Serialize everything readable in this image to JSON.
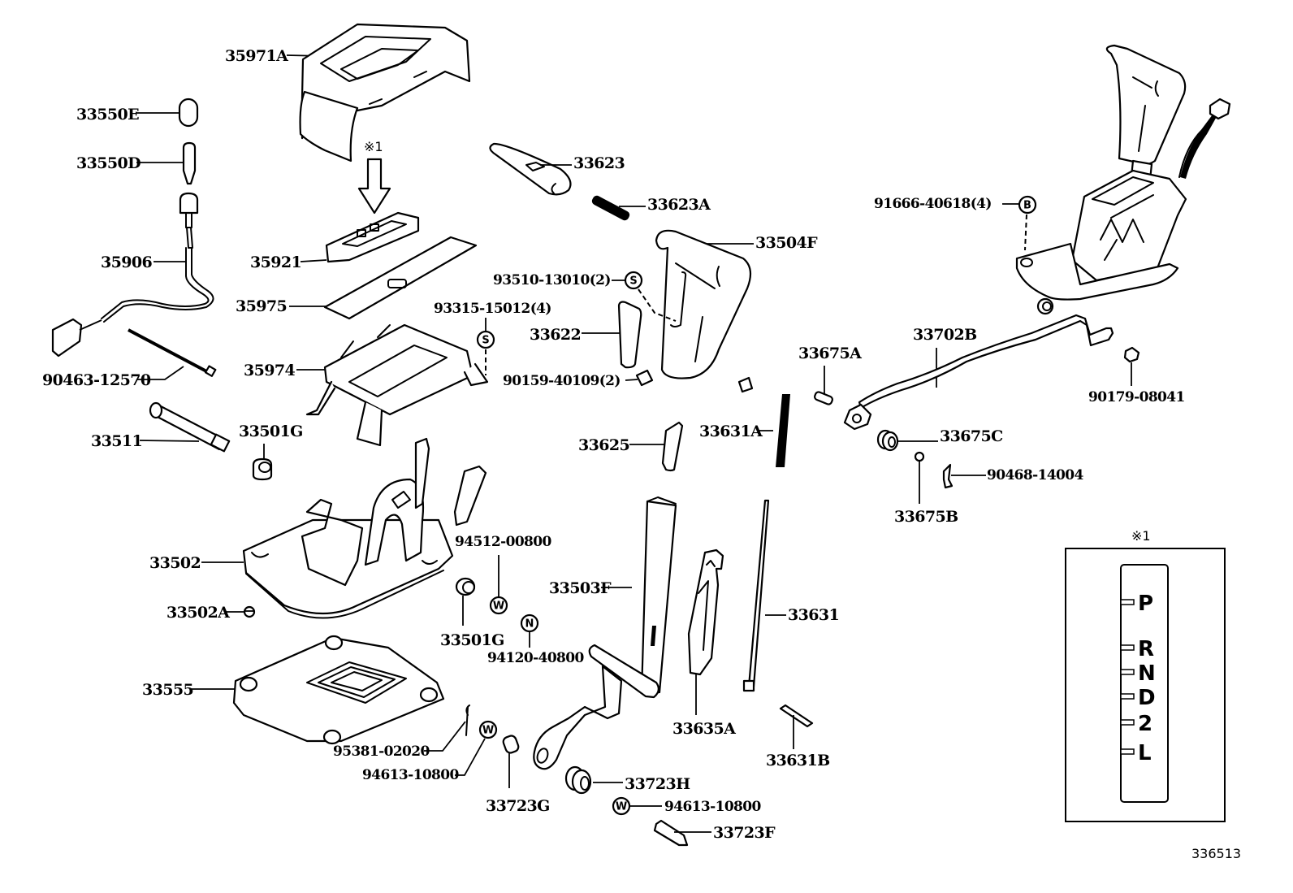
{
  "diagram": {
    "title": "Automatic transmission shift lever assembly — exploded parts diagram",
    "reference_number": "336513",
    "parts": {
      "p35971A": "35971A",
      "p33550E": "33550E",
      "p33550D": "33550D",
      "p35906": "35906",
      "p90463_12570": "90463-12570",
      "p33511": "33511",
      "p33501G_top": "33501G",
      "p35921": "35921",
      "p35975": "35975",
      "p35974": "35974",
      "p93315_15012": "93315-15012(4)",
      "p33623": "33623",
      "p33623A": "33623A",
      "p33504F": "33504F",
      "p93510_13010": "93510-13010(2)",
      "p33622": "33622",
      "p90159_40109": "90159-40109(2)",
      "p91666_40618": "91666-40618(4)",
      "p33702B": "33702B",
      "p33675A": "33675A",
      "p90179_08041": "90179-08041",
      "p33631A": "33631A",
      "p33625": "33625",
      "p33675C": "33675C",
      "p90468_14004": "90468-14004",
      "p33675B": "33675B",
      "p33502": "33502",
      "p94512_00800": "94512-00800",
      "p33502A": "33502A",
      "p33501G_bottom": "33501G",
      "p94120_40800": "94120-40800",
      "p33503F": "33503F",
      "p33631": "33631",
      "p33555": "33555",
      "p33635A": "33635A",
      "p95381_02020": "95381-02020",
      "p94613_10800_a": "94613-10800",
      "p33723G": "33723G",
      "p33723H": "33723H",
      "p94613_10800_b": "94613-10800",
      "p33723F": "33723F",
      "p33631B": "33631B"
    },
    "symbols": {
      "s": "S",
      "b": "B",
      "w": "W",
      "n": "N"
    },
    "callout_mark": "※1",
    "inset": {
      "title": "※1",
      "gears": [
        "P",
        "R",
        "N",
        "D",
        "2",
        "L"
      ]
    }
  }
}
